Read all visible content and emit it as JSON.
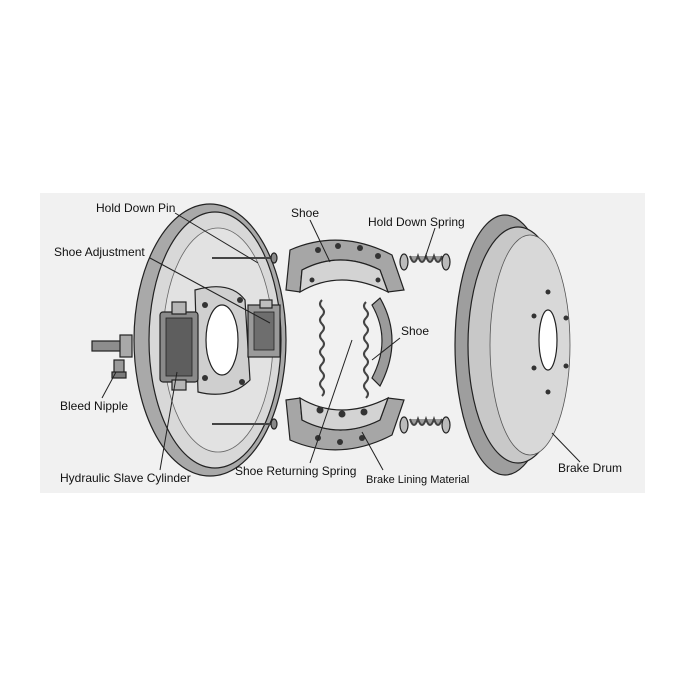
{
  "diagram": {
    "background": "#ffffff",
    "panel_color": "#f1f1f1",
    "part_colors": {
      "metal_light": "#d6d6d6",
      "metal_mid": "#a9a9a9",
      "metal_dark": "#6e6e6e",
      "outline": "#222222"
    },
    "labels": {
      "hold_down_pin": "Hold Down Pin",
      "shoe_top": "Shoe",
      "hold_down_spring": "Hold Down Spring",
      "shoe_adjustment": "Shoe Adjustment",
      "shoe_right": "Shoe",
      "bleed_nipple": "Bleed Nipple",
      "hydraulic_slave_cylinder": "Hydraulic Slave Cylinder",
      "shoe_returning_spring": "Shoe Returning Spring",
      "brake_lining_material": "Brake Lining Material",
      "brake_drum": "Brake Drum"
    }
  }
}
